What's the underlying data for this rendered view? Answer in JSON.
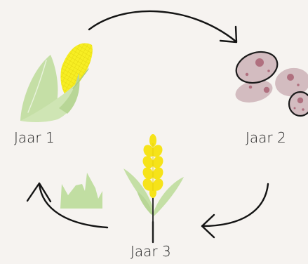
{
  "labels": {
    "year1": "Jaar 1",
    "year2": "Jaar 2",
    "year3": "Jaar 3"
  },
  "colors": {
    "background": "#f6f3f0",
    "corn_husk": "#c5dfa6",
    "corn_kernels": "#f7ee23",
    "potato": "#d3bcc0",
    "potato_spot": "#b0707f",
    "wheat_ear": "#f6e319",
    "wheat_leaf": "#c4dfa5",
    "grass": "#c1dea2",
    "arrow": "#141414"
  },
  "icons": {
    "crop_year1": "corn-icon",
    "crop_year2": "potato-icon",
    "crop_year3": "wheat-icon",
    "between_years": "grass-icon"
  }
}
